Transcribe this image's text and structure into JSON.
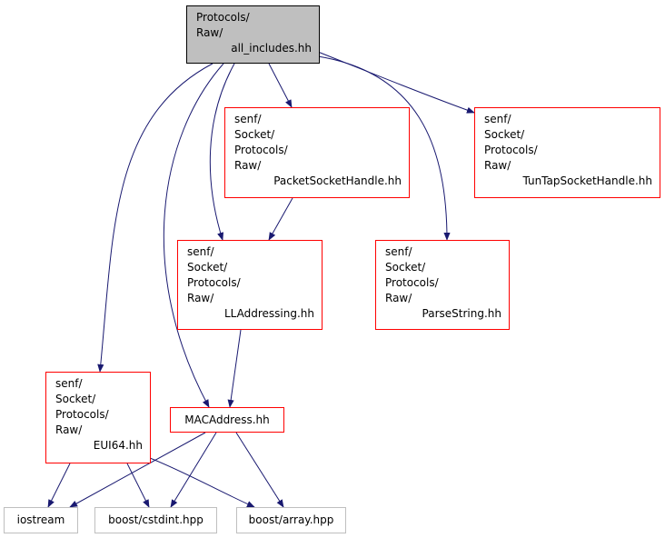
{
  "colors": {
    "edge": "#191970",
    "root_fill": "#bfbfbf",
    "red_border": "#ff0000",
    "gray_border": "#bfbfbf"
  },
  "nodes": {
    "root": [
      "Protocols/",
      "Raw/",
      "all_includes.hh"
    ],
    "packet": [
      "senf/",
      "Socket/",
      "Protocols/",
      "Raw/",
      "PacketSocketHandle.hh"
    ],
    "tuntap": [
      "senf/",
      "Socket/",
      "Protocols/",
      "Raw/",
      "TunTapSocketHandle.hh"
    ],
    "lladdr": [
      "senf/",
      "Socket/",
      "Protocols/",
      "Raw/",
      "LLAddressing.hh"
    ],
    "parse": [
      "senf/",
      "Socket/",
      "Protocols/",
      "Raw/",
      "ParseString.hh"
    ],
    "eui64": [
      "senf/",
      "Socket/",
      "Protocols/",
      "Raw/",
      "EUI64.hh"
    ],
    "mac": "MACAddress.hh",
    "iostream": "iostream",
    "cstdint": "boost/cstdint.hpp",
    "array": "boost/array.hpp"
  }
}
